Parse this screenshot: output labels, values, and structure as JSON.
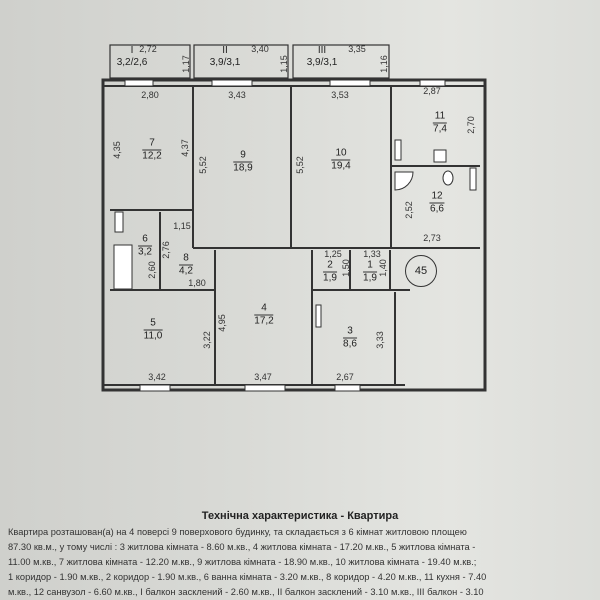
{
  "plan": {
    "apartment_number": "45",
    "balconies": [
      {
        "num": "I",
        "area": "3,2/2,6"
      },
      {
        "num": "II",
        "area": "3,9/3,1"
      },
      {
        "num": "III",
        "area": "3,9/3,1"
      }
    ],
    "rooms": {
      "r1": {
        "num": "1",
        "area": "1,9"
      },
      "r2": {
        "num": "2",
        "area": "1,9"
      },
      "r3": {
        "num": "3",
        "area": "8,6"
      },
      "r4": {
        "num": "4",
        "area": "17,2"
      },
      "r5": {
        "num": "5",
        "area": "11,0"
      },
      "r6": {
        "num": "6",
        "area": "3,2"
      },
      "r7": {
        "num": "7",
        "area": "12,2"
      },
      "r8": {
        "num": "8",
        "area": "4,2"
      },
      "r9": {
        "num": "9",
        "area": "18,9"
      },
      "r10": {
        "num": "10",
        "area": "19,4"
      },
      "r11": {
        "num": "11",
        "area": "7,4"
      },
      "r12": {
        "num": "12",
        "area": "6,6"
      }
    },
    "dims": [
      "2,72",
      "1,17",
      "3,40",
      "1,15",
      "3,35",
      "1,16",
      "2,80",
      "3,43",
      "3,53",
      "2,87",
      "4,35",
      "4,37",
      "5,52",
      "5,52",
      "2,70",
      "2,52",
      "2,73",
      "1,15",
      "2,76",
      "2,60",
      "1,80",
      "1,25",
      "1,50",
      "1,33",
      "1,40",
      "4,95",
      "3,22",
      "3,33",
      "3,42",
      "3,47",
      "2,67"
    ]
  },
  "document": {
    "title": "Технічна характеристика - Квартира",
    "body": "Квартира розташован(а) на 4 поверсі 9 поверхового будинку, та складається з 6 кімнат житловою площею\n87.30 кв.м., у тому числі : 3 житлова кімната - 8.60 м.кв., 4 житлова кімната - 17.20 м.кв., 5 житлова кімната -\n11.00 м.кв., 7 житлова кімната - 12.20 м.кв., 9 житлова кімната - 18.90 м.кв., 10 житлова кімната - 19.40 м.кв.;\n1 коридор - 1.90 м.кв., 2 коридор - 1.90 м.кв., 6 ванна кімната - 3.20 м.кв., 8 коридор - 4.20 м.кв., 11 кухня - 7.40\nм.кв., 12 санвузол - 6.60 м.кв., I балкон засклений - 2.60 м.кв., II балкон засклений - 3.10 м.кв., III балкон - 3.10"
  }
}
